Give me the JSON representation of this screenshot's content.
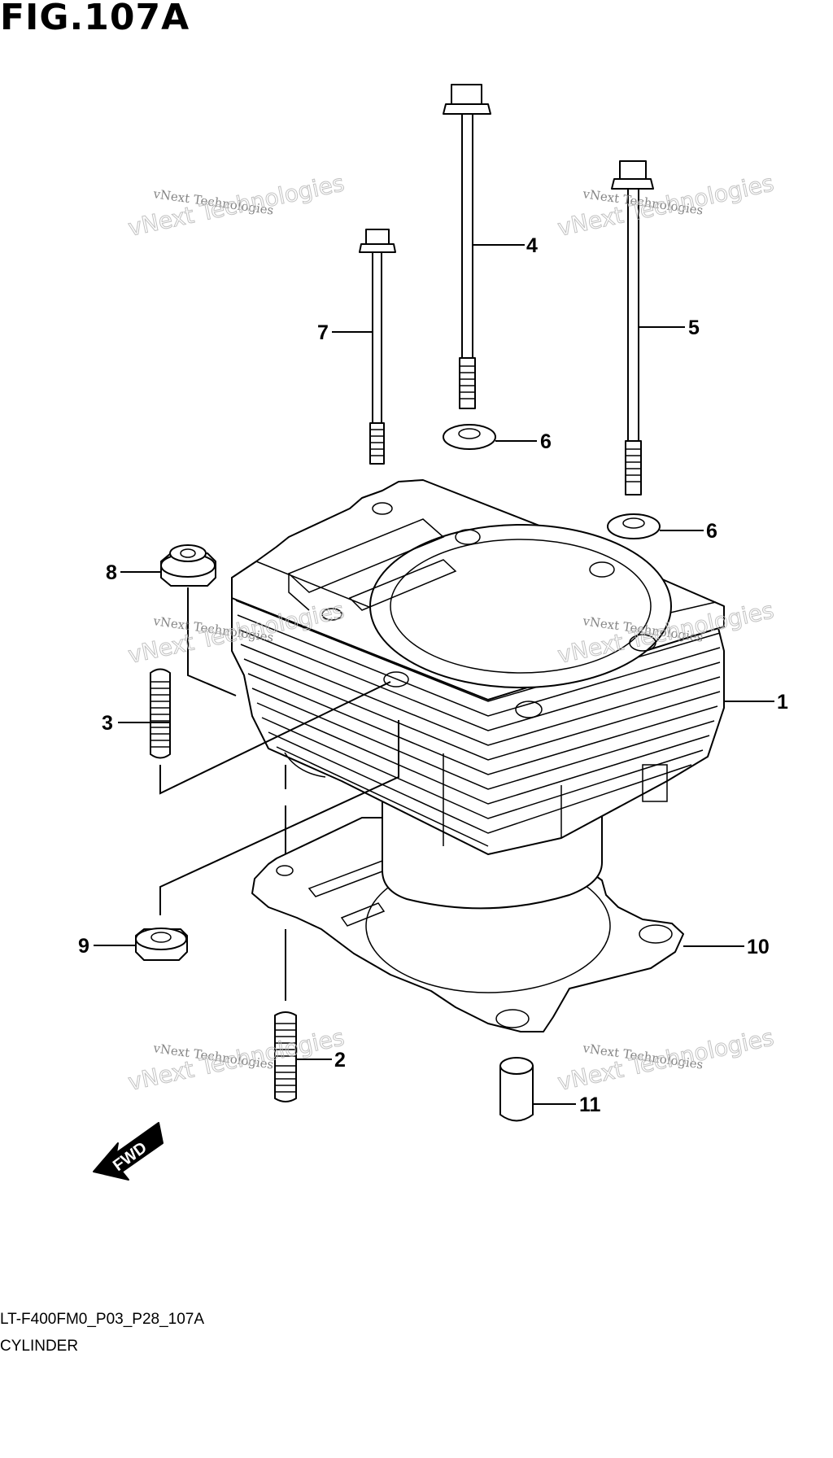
{
  "figure": {
    "title": "FIG.107A",
    "code": "LT-F400FM0_P03_P28_107A",
    "name": "CYLINDER",
    "direction_label": "FWD"
  },
  "callouts": [
    "1",
    "2",
    "3",
    "4",
    "5",
    "6",
    "6",
    "7",
    "8",
    "9",
    "10",
    "11"
  ],
  "watermark": {
    "line1": "vNext Technologies",
    "line2": "vNext Technologies"
  }
}
